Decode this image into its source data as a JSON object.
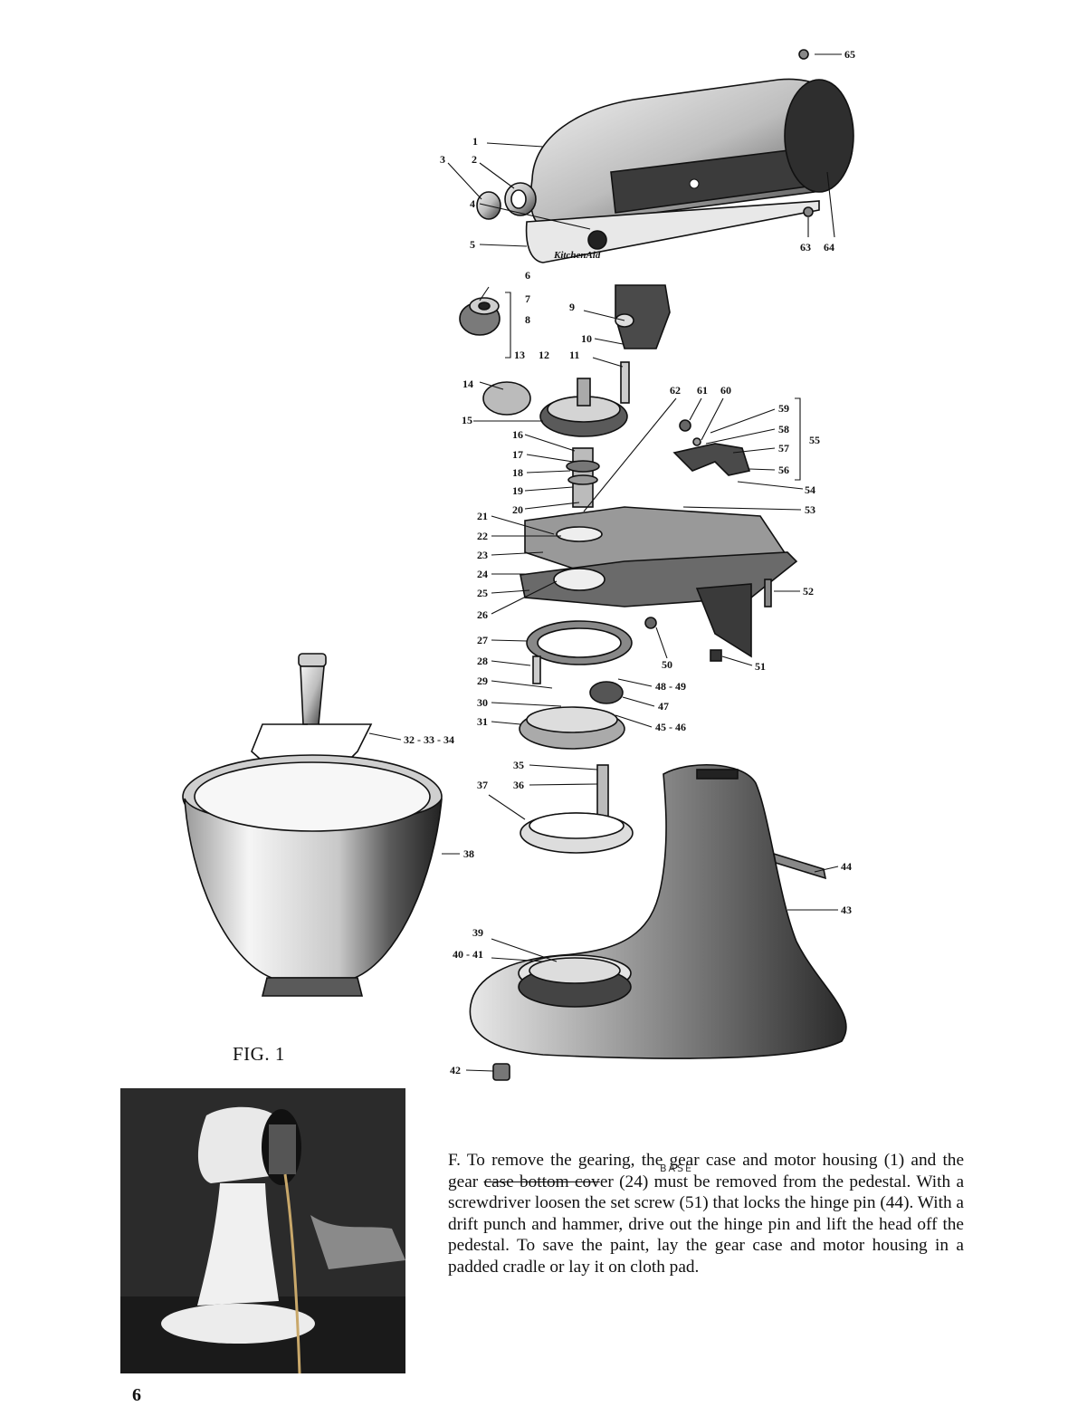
{
  "figure": {
    "caption": "FIG. 1",
    "brand_mark": "KitchenAid",
    "labels": [
      {
        "id": "1",
        "text": "1"
      },
      {
        "id": "2",
        "text": "2"
      },
      {
        "id": "3",
        "text": "3"
      },
      {
        "id": "4",
        "text": "4"
      },
      {
        "id": "5",
        "text": "5"
      },
      {
        "id": "6",
        "text": "6"
      },
      {
        "id": "7",
        "text": "7"
      },
      {
        "id": "8",
        "text": "8"
      },
      {
        "id": "9",
        "text": "9"
      },
      {
        "id": "10",
        "text": "10"
      },
      {
        "id": "11",
        "text": "11"
      },
      {
        "id": "12",
        "text": "12"
      },
      {
        "id": "13",
        "text": "13"
      },
      {
        "id": "14",
        "text": "14"
      },
      {
        "id": "15",
        "text": "15"
      },
      {
        "id": "16",
        "text": "16"
      },
      {
        "id": "17",
        "text": "17"
      },
      {
        "id": "18",
        "text": "18"
      },
      {
        "id": "19",
        "text": "19"
      },
      {
        "id": "20",
        "text": "20"
      },
      {
        "id": "21",
        "text": "21"
      },
      {
        "id": "22",
        "text": "22"
      },
      {
        "id": "23",
        "text": "23"
      },
      {
        "id": "24",
        "text": "24"
      },
      {
        "id": "25",
        "text": "25"
      },
      {
        "id": "26",
        "text": "26"
      },
      {
        "id": "27",
        "text": "27"
      },
      {
        "id": "28",
        "text": "28"
      },
      {
        "id": "29",
        "text": "29"
      },
      {
        "id": "30",
        "text": "30"
      },
      {
        "id": "31",
        "text": "31"
      },
      {
        "id": "32-33-34",
        "text": "32 - 33 - 34"
      },
      {
        "id": "35",
        "text": "35"
      },
      {
        "id": "36",
        "text": "36"
      },
      {
        "id": "37",
        "text": "37"
      },
      {
        "id": "38",
        "text": "38"
      },
      {
        "id": "39",
        "text": "39"
      },
      {
        "id": "40-41",
        "text": "40 - 41"
      },
      {
        "id": "42",
        "text": "42"
      },
      {
        "id": "43",
        "text": "43"
      },
      {
        "id": "44",
        "text": "44"
      },
      {
        "id": "45-46",
        "text": "45 - 46"
      },
      {
        "id": "47",
        "text": "47"
      },
      {
        "id": "48-49",
        "text": "48 - 49"
      },
      {
        "id": "50",
        "text": "50"
      },
      {
        "id": "51",
        "text": "51"
      },
      {
        "id": "52",
        "text": "52"
      },
      {
        "id": "53",
        "text": "53"
      },
      {
        "id": "54",
        "text": "54"
      },
      {
        "id": "55",
        "text": "55"
      },
      {
        "id": "56",
        "text": "56"
      },
      {
        "id": "57",
        "text": "57"
      },
      {
        "id": "58",
        "text": "58"
      },
      {
        "id": "59",
        "text": "59"
      },
      {
        "id": "60",
        "text": "60"
      },
      {
        "id": "61",
        "text": "61"
      },
      {
        "id": "62",
        "text": "62"
      },
      {
        "id": "63",
        "text": "63"
      },
      {
        "id": "64",
        "text": "64"
      },
      {
        "id": "65",
        "text": "65"
      }
    ]
  },
  "body": {
    "p1": "F. To remove the gearing, the gear case and motor housing (1) and the gear ",
    "struck": "case bottom cov",
    "p2": "er (24) must be removed from the pedestal. With a screwdriver loosen the set screw (51) that locks the hinge pin (44). With a drift punch and hammer, drive out the hinge pin and lift the head off the pedestal. To save the paint, lay the gear case and motor housing in a padded cradle or lay it on cloth pad.",
    "handwritten_note": "BASE"
  },
  "page_number": "6"
}
